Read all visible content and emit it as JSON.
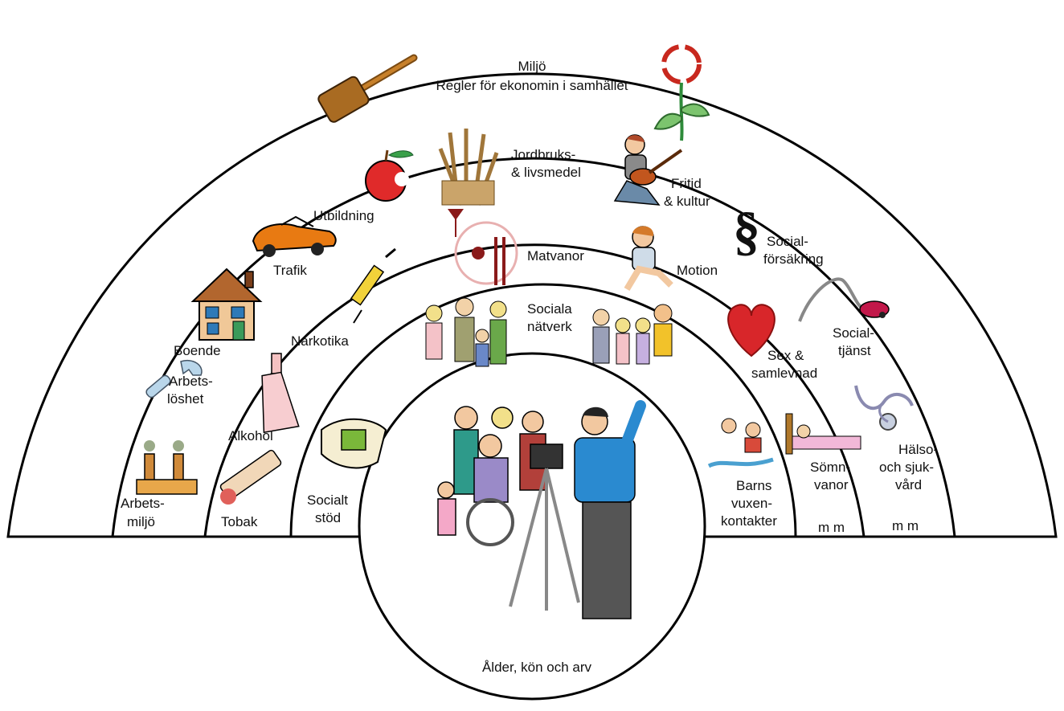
{
  "diagram": {
    "outer": {
      "title": "Miljö",
      "subtitle": "Regler för ekonomin i samhället"
    },
    "band3": {
      "left": [
        "Utbildning",
        "Trafik",
        "Boende",
        "Arbets-",
        "löshet",
        "Arbets-",
        "miljö"
      ],
      "top": [
        "Jordbruks-",
        "& livsmedel",
        "Fritid",
        "& kultur"
      ],
      "right": [
        "Social-",
        "försäkring",
        "Social-",
        "tjänst",
        "Hälso-",
        "och sjuk-",
        "vård",
        "m m"
      ]
    },
    "band2": {
      "left": [
        "Narkotika",
        "Alkohol",
        "Tobak"
      ],
      "top": [
        "Matvanor",
        "Motion"
      ],
      "right": [
        "Sex &",
        "samlevnad",
        "Sömn-",
        "vanor",
        "m m"
      ]
    },
    "band1": {
      "left": [
        "Socialt",
        "stöd"
      ],
      "top": [
        "Sociala",
        "nätverk"
      ],
      "right": [
        "Barns",
        "vuxen-",
        "kontakter"
      ]
    },
    "core": {
      "label": "Ålder, kön och arv"
    }
  }
}
